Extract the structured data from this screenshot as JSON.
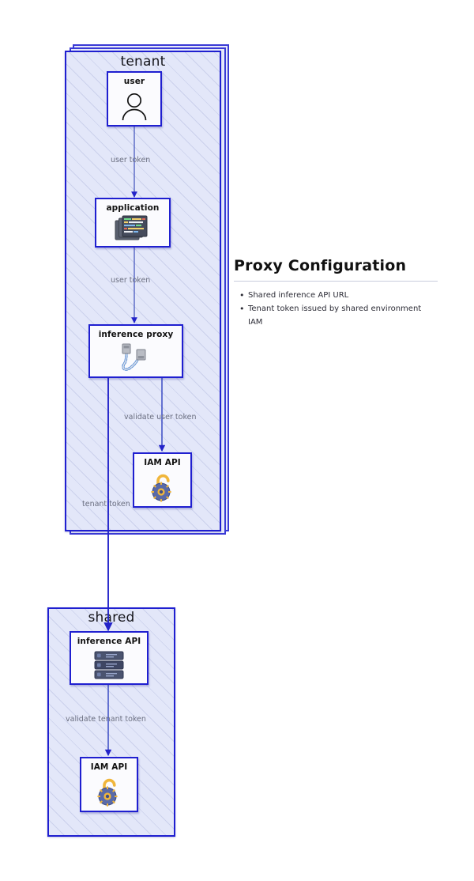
{
  "diagram": {
    "groups": [
      {
        "id": "tenant",
        "label": "tenant"
      },
      {
        "id": "shared",
        "label": "shared"
      }
    ],
    "nodes": [
      {
        "id": "user",
        "label": "user",
        "icon": "user-icon"
      },
      {
        "id": "application",
        "label": "application",
        "icon": "code-windows-icon"
      },
      {
        "id": "inference-proxy",
        "label": "inference proxy",
        "icon": "usb-cable-icon"
      },
      {
        "id": "iam-api-tenant",
        "label": "IAM API",
        "icon": "open-padlock-gear-icon"
      },
      {
        "id": "inference-api",
        "label": "inference API",
        "icon": "server-rack-icon"
      },
      {
        "id": "iam-api-shared",
        "label": "IAM API",
        "icon": "open-padlock-gear-icon"
      }
    ],
    "edges": [
      {
        "id": "user-to-application",
        "label": "user token"
      },
      {
        "id": "application-to-inference-proxy",
        "label": "user token"
      },
      {
        "id": "inference-proxy-to-iam-tenant",
        "label": "validate user token"
      },
      {
        "id": "inference-proxy-to-inference-api",
        "label": "tenant token"
      },
      {
        "id": "inference-api-to-iam-shared",
        "label": "validate tenant token"
      }
    ]
  },
  "panel": {
    "title": "Proxy Configuration",
    "items": [
      "Shared inference API URL",
      "Tenant token issued by shared environment IAM"
    ]
  },
  "colors": {
    "stroke": "#1f1fd0",
    "group_fill": "#e3e7f9",
    "node_fill": "#fbfbfe",
    "edge_label": "#6b6f80",
    "padlock_shackle": "#f0b63c",
    "padlock_body": "#5a6aa8"
  }
}
